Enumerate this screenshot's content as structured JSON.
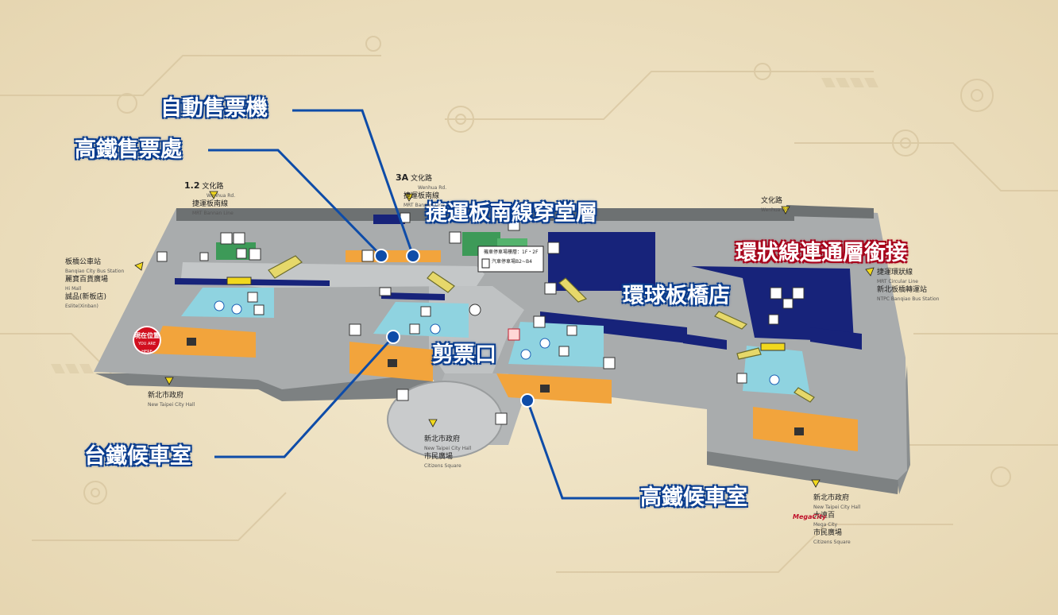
{
  "callouts": {
    "ticket_machine": "自動售票機",
    "hsr_ticket_office": "高鐵售票處",
    "mrt_bannan_concourse": "捷運板南線穿堂層",
    "circular_line_link": "環狀線連通層銜接",
    "global_mall": "環球板橋店",
    "ticket_gate": "剪票口",
    "tra_waiting_room": "台鐵候車室",
    "hsr_waiting_room": "高鐵候車室"
  },
  "you_are_here": {
    "label": "現在位置",
    "sub": "YOU ARE HERE"
  },
  "exits": {
    "exit_12": {
      "num": "1.2",
      "name": "文化路",
      "name_en": "Wenhua Rd.",
      "line": "捷運板南線",
      "line_en": "MRT Bannan Line"
    },
    "exit_3a": {
      "num": "3A",
      "name": "文化路",
      "name_en": "Wenhua Rd.",
      "line": "捷運板南線",
      "line_en": "MRT Bannan Line"
    },
    "exit_right": {
      "num": "",
      "name": "文化路",
      "name_en": "Wenhua Rd."
    },
    "left_group": {
      "items": [
        "板橋公車站",
        "麗寶百貨廣場",
        "誠品(新板店)"
      ],
      "items_en": [
        "Banqiao City Bus Station",
        "Hi Mall",
        "Eslite(Xinban)"
      ]
    },
    "right_group": {
      "items": [
        "捷運環狀線",
        "新北板橋轉運站"
      ],
      "items_en": [
        "MRT Circular Line",
        "NTPC Banqiao Bus Station"
      ]
    },
    "bottom_left": {
      "name": "新北市政府",
      "name_en": "New Taipei City Hall"
    },
    "bottom_center": {
      "name": "新北市政府",
      "name_en": "New Taipei City Hall",
      "name2": "市民廣場",
      "name2_en": "Citizens Square"
    },
    "bottom_right": {
      "name": "新北市政府",
      "name_en": "New Taipei City Hall",
      "name2": "大遠百",
      "name2_en": "Mega City",
      "name3": "市民廣場",
      "name3_en": "Citizens Square",
      "logo": "MegaCity"
    }
  },
  "parking_info": {
    "line1": "機車停車場樓層：1F・2F",
    "line2": "汽車停車場B2~B4"
  },
  "colors": {
    "background": "#efe3c6",
    "floor": "#a9acad",
    "floor_side": "#7d8182",
    "waiting_room": "#f2a43c",
    "gate_zone": "#8fd3e0",
    "platform": "#17237a",
    "callout_blue": "#0a3d8f",
    "callout_red": "#a8001c",
    "leader_line": "#0e4ca8"
  }
}
